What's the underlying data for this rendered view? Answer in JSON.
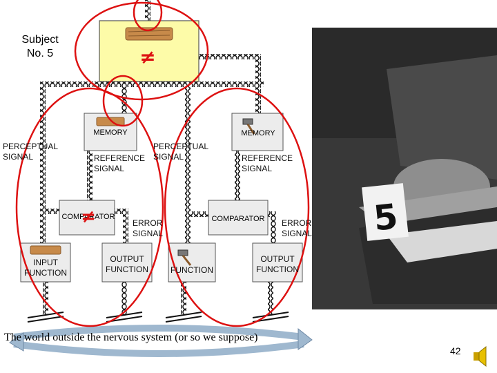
{
  "subject": {
    "line1": "Subject",
    "line2": "No. 5"
  },
  "top_box": {
    "symbol": "≠"
  },
  "left_system": {
    "memory": "MEMORY",
    "perceptual_signal": "PERCEPTUAL\nSIGNAL",
    "reference_signal": "REFERENCE\nSIGNAL",
    "comparator": "COMPARATOR",
    "comparator_symbol": "≠",
    "error_signal": "ERROR\nSIGNAL",
    "input_function": "INPUT\nFUNCTION",
    "output_function": "OUTPUT\nFUNCTION"
  },
  "right_system": {
    "memory": "MEMORY",
    "perceptual_signal": "PERCEPTUAL\nSIGNAL",
    "reference_signal": "REFERENCE\nSIGNAL",
    "comparator": "COMPARATOR",
    "error_signal": "ERROR\nSIGNAL",
    "input_function": "FUNCTION",
    "output_function": "OUTPUT\nFUNCTION"
  },
  "world_caption": "The world outside the nervous system (or so we suppose)",
  "photo": {
    "card_text": "5"
  },
  "page_number": "42",
  "colors": {
    "highlight_box": "#fdfba8",
    "circle_red": "#dd1111",
    "arrow_blue": "#9fb8cf",
    "neq_red": "#dd1111",
    "wood": "#c78a4a"
  },
  "icons": [
    "wood-block-icon",
    "hammer-icon",
    "speaker-icon"
  ]
}
